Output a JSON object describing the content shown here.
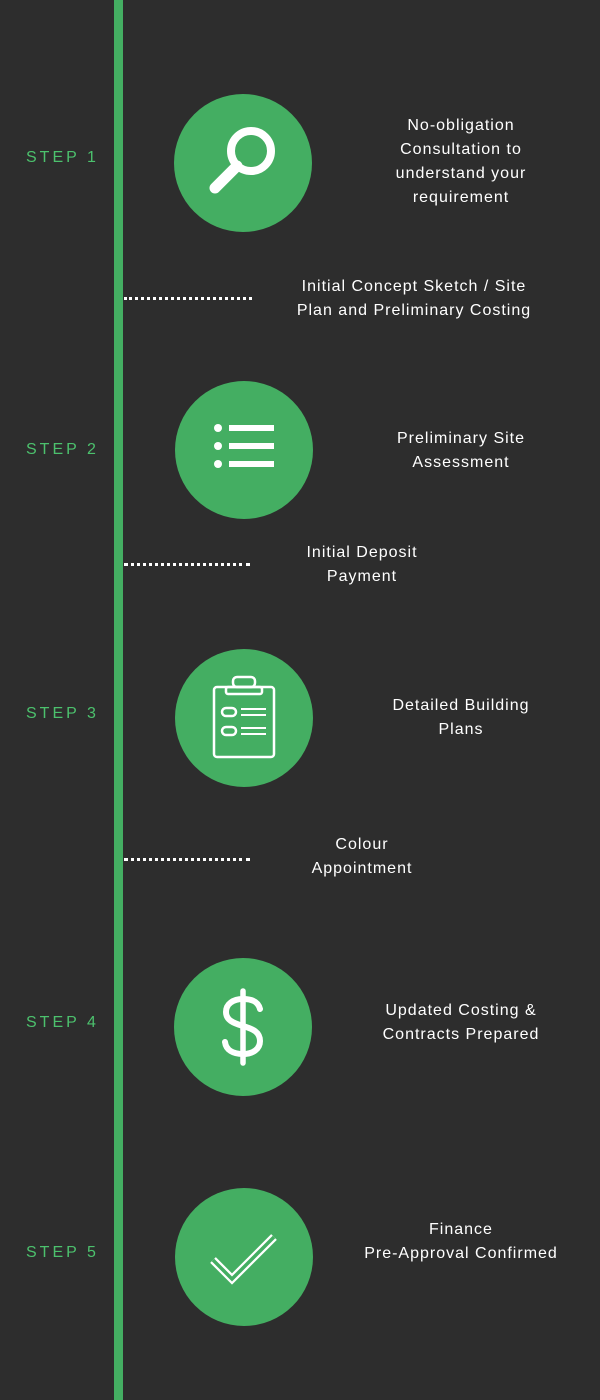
{
  "colors": {
    "background": "#2d2d2d",
    "accent": "#44ae62",
    "step_label": "#4cc16d",
    "text": "#ffffff"
  },
  "steps": [
    {
      "label": "STEP 1",
      "icon": "magnifying-glass-icon",
      "description": [
        "No-obligation",
        "Consultation to",
        "understand your",
        "requirement"
      ]
    },
    {
      "label": "STEP 2",
      "icon": "bulleted-list-icon",
      "description": [
        "Preliminary Site",
        "Assessment"
      ]
    },
    {
      "label": "STEP 3",
      "icon": "clipboard-icon",
      "description": [
        "Detailed Building",
        "Plans"
      ]
    },
    {
      "label": "STEP 4",
      "icon": "dollar-sign-icon",
      "description": [
        "Updated Costing &",
        "Contracts Prepared"
      ]
    },
    {
      "label": "STEP 5",
      "icon": "checkmark-icon",
      "description": [
        "Finance",
        "Pre-Approval Confirmed"
      ]
    }
  ],
  "intermediate": [
    {
      "lines": [
        "Initial Concept Sketch / Site",
        "Plan and Preliminary Costing"
      ]
    },
    {
      "lines": [
        "Initial Deposit",
        "Payment"
      ]
    },
    {
      "lines": [
        "Colour",
        "Appointment"
      ]
    }
  ]
}
